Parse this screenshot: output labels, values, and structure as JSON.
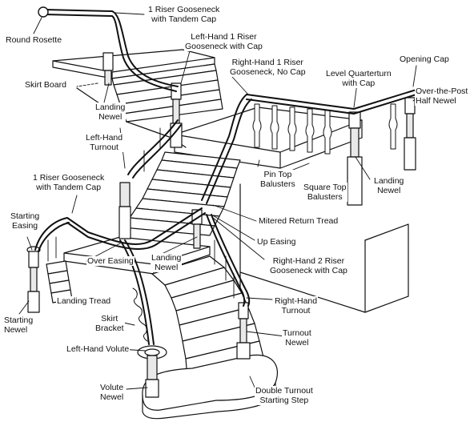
{
  "colors": {
    "ink": "#111111",
    "paper": "#ffffff",
    "wood_shade": "#e9e9e9",
    "wood_dark": "#cfcfcf"
  },
  "labels": {
    "round_rosette": [
      "Round Rosette"
    ],
    "gooseneck_tandem_top": [
      "1 Riser Gooseneck",
      "with Tandem Cap"
    ],
    "lh_gooseneck_cap": [
      "Left-Hand 1 Riser",
      "Gooseneck with Cap"
    ],
    "skirt_board": [
      "Skirt Board"
    ],
    "landing_newel_upper": [
      "Landing",
      "Newel"
    ],
    "rh_gooseneck_no_cap": [
      "Right-Hand 1 Riser",
      "Gooseneck, No Cap"
    ],
    "level_quarterturn": [
      "Level Quarterturn",
      "with Cap"
    ],
    "opening_cap": [
      "Opening Cap"
    ],
    "over_the_post": [
      "Over-the-Post",
      "Half Newel"
    ],
    "lh_turnout": [
      "Left-Hand",
      "Turnout"
    ],
    "pin_top": [
      "Pin Top",
      "Balusters"
    ],
    "square_top": [
      "Square Top",
      "Balusters"
    ],
    "landing_newel_right": [
      "Landing",
      "Newel"
    ],
    "gooseneck_tandem_left": [
      "1 Riser Gooseneck",
      "with Tandem Cap"
    ],
    "mitered_return": [
      "Mitered Return Tread"
    ],
    "starting_easing": [
      "Starting",
      "Easing"
    ],
    "up_easing": [
      "Up Easing"
    ],
    "over_easing": [
      "Over Easing"
    ],
    "landing_newel_mid": [
      "Landing",
      "Newel"
    ],
    "rh_2riser": [
      "Right-Hand 2 Riser",
      "Gooseneck with Cap"
    ],
    "landing_tread": [
      "Landing Tread"
    ],
    "rh_turnout": [
      "Right-Hand",
      "Turnout"
    ],
    "starting_newel": [
      "Starting",
      "Newel"
    ],
    "skirt_bracket": [
      "Skirt",
      "Bracket"
    ],
    "turnout_newel": [
      "Turnout",
      "Newel"
    ],
    "lh_volute": [
      "Left-Hand Volute"
    ],
    "volute_newel": [
      "Volute",
      "Newel"
    ],
    "double_turnout": [
      "Double Turnout",
      "Starting Step"
    ]
  }
}
